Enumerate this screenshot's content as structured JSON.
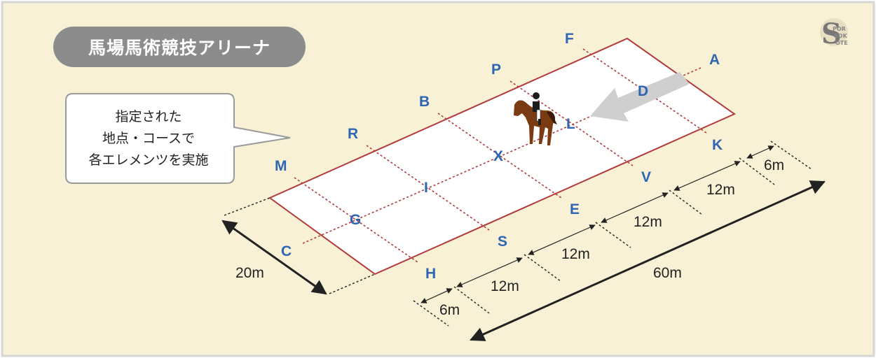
{
  "title": "馬場馬術競技アリーナ",
  "callout": {
    "lines": [
      "指定された",
      "地点・コースで",
      "各エレメンツを実施"
    ]
  },
  "markers": {
    "A": "A",
    "F": "F",
    "P": "P",
    "B": "B",
    "R": "R",
    "M": "M",
    "C": "C",
    "D": "D",
    "L": "L",
    "X": "X",
    "I": "I",
    "G": "G",
    "K": "K",
    "V": "V",
    "E": "E",
    "S": "S",
    "H": "H"
  },
  "dimensions": {
    "width": "20m",
    "total_length": "60m",
    "segments": [
      "6m",
      "12m",
      "12m",
      "12m",
      "12m",
      "6m"
    ]
  },
  "colors": {
    "background": "#f8f1d6",
    "arena_border": "#b23a3a",
    "arena_fill": "#ffffff",
    "marker_text": "#2f66b3",
    "badge": "#8c8c8c",
    "arrow": "#cfcfcf"
  },
  "icons": {
    "rider": "horse-and-rider-icon",
    "direction": "entry-arrow-icon",
    "logo": "brand-logo-icon"
  }
}
